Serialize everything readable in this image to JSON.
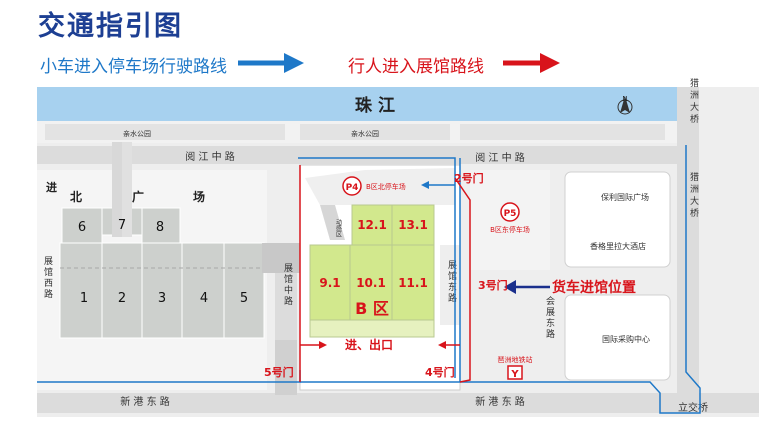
{
  "title": "交通指引图",
  "legend": {
    "car_route": "小车进入停车场行驶路线",
    "pedestrian_route": "行人进入展馆路线"
  },
  "colors": {
    "river": "#a7d1ef",
    "road": "#dcdcdc",
    "hall_gray": "#cdd0cd",
    "hall_green": "#d2e88d",
    "car_route": "#1e78c8",
    "pedestrian_route": "#d8141b",
    "truck_arrow": "#1a2f8c"
  },
  "map": {
    "river": "珠    江",
    "north_icon": "N",
    "park_left": "亲水公园",
    "park_right": "亲水公园",
    "road_minjiang_left": "阅  江  中  路",
    "road_minjiang_right": "阅  江  中  路",
    "road_xingang_left": "新  港  东  路",
    "road_xingang_right": "新  港  东  路",
    "bridge_liede": "猎洲大桥",
    "bridge_liede_2": "猎洲大桥",
    "bridge_lijiao": "立交桥",
    "road_west": "展馆西路",
    "road_middle": "展馆中路",
    "road_east": "展馆东路",
    "road_huizhan": "会展东路",
    "north_plaza": [
      "北",
      "广",
      "场"
    ],
    "entrance": "进",
    "zone_a_halls": [
      "1",
      "2",
      "3",
      "4",
      "5",
      "6",
      "7",
      "8"
    ],
    "zone_b_halls": [
      "12.1",
      "13.1",
      "9.1",
      "10.1",
      "11.1"
    ],
    "zone_b": "B 区",
    "zone_b_side": "动感区",
    "p4": "P4",
    "p4_label": "B区北停车场",
    "p5": "P5",
    "p5_label": "B区东停车场",
    "gate2": "2号门",
    "gate3": "3号门",
    "gate4": "4号门",
    "gate5": "5号门",
    "entry_exit": "进、出口",
    "truck_entry": "货车进馆位置",
    "poly_plaza": "保利国际广场",
    "shangri_la": "香格里拉大酒店",
    "intl_center": "国际采购中心",
    "metro": "琶洲地铁站",
    "metro_icon": "Y"
  }
}
